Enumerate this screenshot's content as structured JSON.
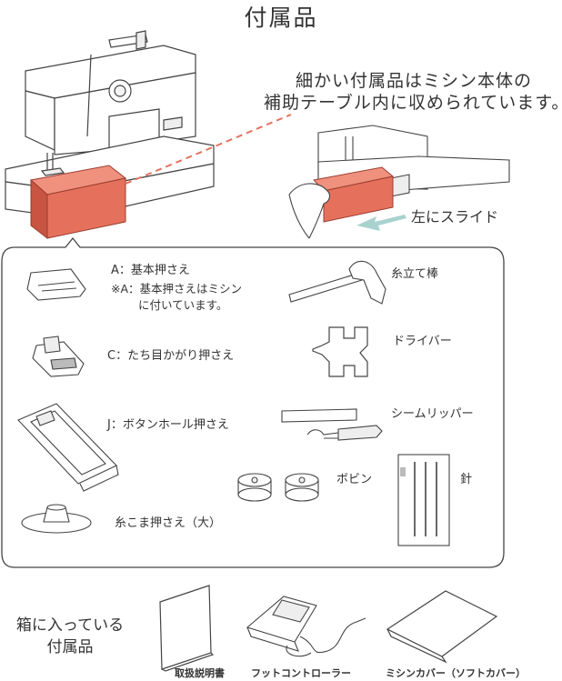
{
  "title": "付属品",
  "note_line1": "細かい付属品はミシン本体の",
  "note_line2": "補助テーブル内に収められています。",
  "slide_label": "左にスライド",
  "accessories": {
    "foot_a": "A：基本押さえ",
    "foot_a_note1": "※A：基本押さえはミシン",
    "foot_a_note2": "に付いています。",
    "foot_c": "C：たち目かがり押さえ",
    "foot_j": "J：ボタンホール押さえ",
    "spool_cap": "糸こま押さえ（大）",
    "spool_pin": "糸立て棒",
    "screwdriver": "ドライバー",
    "seam_ripper": "シームリッパー",
    "bobbin": "ボビン",
    "needle": "針"
  },
  "box_section": {
    "label_line1": "箱に入っている",
    "label_line2": "付属品",
    "manual": "取扱説明書",
    "foot_controller": "フットコントローラー",
    "soft_cover": "ミシンカバー（ソフトカバー）"
  },
  "colors": {
    "accent": "#e5715c",
    "accent_dark": "#c85442",
    "outline": "#444444",
    "arrow": "#a9d2cf"
  }
}
